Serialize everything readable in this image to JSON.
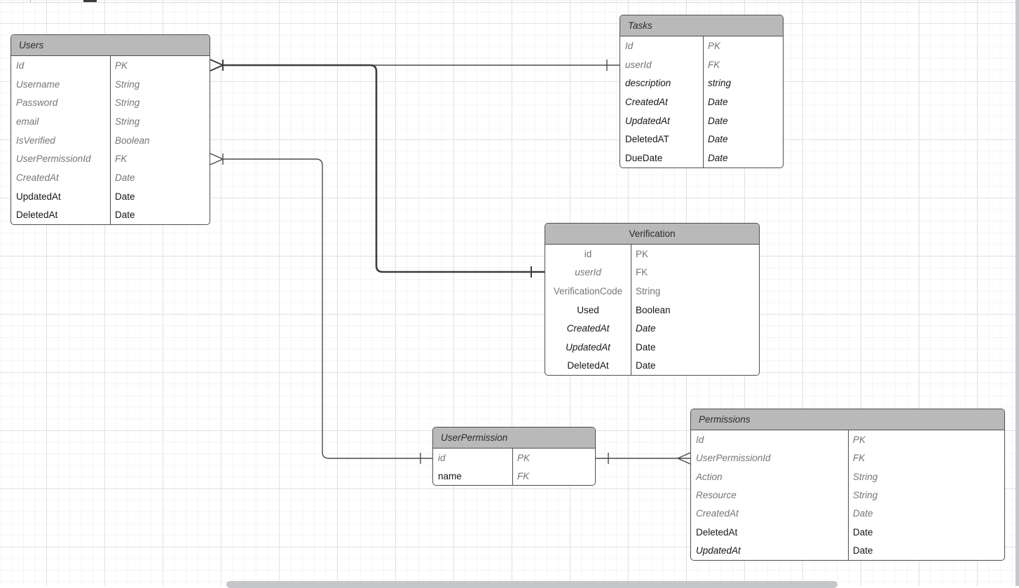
{
  "colors": {
    "entity_header_fill": "#b9b9b9",
    "entity_border": "#4e4e4e",
    "muted_text": "#757575",
    "text": "#161616",
    "edge": "#4a4a4a",
    "grid_minor": "#f4f4f4",
    "grid_major": "#e2e2e2",
    "scrollbar": "#c4c6ca"
  },
  "entities": [
    {
      "id": "users",
      "title": "Users",
      "title_style": "italic",
      "rows": [
        {
          "name": "Id",
          "type": "PK",
          "name_style": "muted italic",
          "type_style": "muted italic"
        },
        {
          "name": "Username",
          "type": "String",
          "name_style": "muted italic",
          "type_style": "muted italic"
        },
        {
          "name": "Password",
          "type": "String",
          "name_style": "muted italic",
          "type_style": "muted italic"
        },
        {
          "name": "email",
          "type": "String",
          "name_style": "muted italic",
          "type_style": "muted italic"
        },
        {
          "name": "IsVerified",
          "type": "Boolean",
          "name_style": "muted italic",
          "type_style": "muted italic"
        },
        {
          "name": "UserPermissionId",
          "type": "FK",
          "name_style": "muted italic",
          "type_style": "muted italic"
        },
        {
          "name": "CreatedAt",
          "type": "Date",
          "name_style": "muted italic",
          "type_style": "muted italic"
        },
        {
          "name": "UpdatedAt",
          "type": "Date",
          "name_style": "plain",
          "type_style": "plain"
        },
        {
          "name": "DeletedAt",
          "type": "Date",
          "name_style": "plain",
          "type_style": "plain"
        }
      ]
    },
    {
      "id": "tasks",
      "title": "Tasks",
      "title_style": "italic",
      "rows": [
        {
          "name": "Id",
          "type": "PK",
          "name_style": "muted italic",
          "type_style": "muted italic"
        },
        {
          "name": "userId",
          "type": "FK",
          "name_style": "muted italic",
          "type_style": "muted italic"
        },
        {
          "name": "description",
          "type": "string",
          "name_style": "italic",
          "type_style": "italic"
        },
        {
          "name": "CreatedAt",
          "type": "Date",
          "name_style": "italic",
          "type_style": "italic"
        },
        {
          "name": "UpdatedAt",
          "type": "Date",
          "name_style": "italic",
          "type_style": "italic"
        },
        {
          "name": "DeletedAT",
          "type": "Date",
          "name_style": "plain",
          "type_style": "italic"
        },
        {
          "name": "DueDate",
          "type": "Date",
          "name_style": "plain",
          "type_style": "italic"
        }
      ]
    },
    {
      "id": "verification",
      "title": "Verification",
      "title_style": "plain",
      "rows": [
        {
          "name": "id",
          "type": "PK",
          "name_style": "muted",
          "type_style": "muted"
        },
        {
          "name": "userId",
          "type": "FK",
          "name_style": "muted italic",
          "type_style": "muted"
        },
        {
          "name": "VerificationCode",
          "type": "String",
          "name_style": "muted",
          "type_style": "muted"
        },
        {
          "name": "Used",
          "type": "Boolean",
          "name_style": "plain",
          "type_style": "plain"
        },
        {
          "name": "CreatedAt",
          "type": "Date",
          "name_style": "italic",
          "type_style": "italic"
        },
        {
          "name": "UpdatedAt",
          "type": "Date",
          "name_style": "italic",
          "type_style": "plain"
        },
        {
          "name": "DeletedAt",
          "type": "Date",
          "name_style": "plain",
          "type_style": "plain"
        }
      ]
    },
    {
      "id": "userpermission",
      "title": "UserPermission",
      "title_style": "italic",
      "rows": [
        {
          "name": "id",
          "type": "PK",
          "name_style": "muted italic",
          "type_style": "muted italic"
        },
        {
          "name": "name",
          "type": "FK",
          "name_style": "plain",
          "type_style": "muted italic"
        }
      ]
    },
    {
      "id": "permissions",
      "title": "Permissions",
      "title_style": "italic",
      "rows": [
        {
          "name": "Id",
          "type": "PK",
          "name_style": "muted italic",
          "type_style": "muted italic"
        },
        {
          "name": "UserPermissionId",
          "type": "FK",
          "name_style": "muted italic",
          "type_style": "muted italic"
        },
        {
          "name": "Action",
          "type": "String",
          "name_style": "muted italic",
          "type_style": "muted italic"
        },
        {
          "name": "Resource",
          "type": "String",
          "name_style": "muted italic",
          "type_style": "muted italic"
        },
        {
          "name": "CreatedAt",
          "type": "Date",
          "name_style": "muted italic",
          "type_style": "muted italic"
        },
        {
          "name": "DeletedAt",
          "type": "Date",
          "name_style": "plain",
          "type_style": "plain"
        },
        {
          "name": "UpdatedAt",
          "type": "Date",
          "name_style": "italic",
          "type_style": "plain"
        }
      ]
    }
  ],
  "relationships": [
    {
      "from": "Users.Id",
      "to": "Tasks.userId",
      "from_cardinality": "many-one",
      "to_cardinality": "one",
      "weight": "normal"
    },
    {
      "from": "Users.Id",
      "to": "Verification.userId",
      "from_cardinality": "many-one",
      "to_cardinality": "one",
      "weight": "bold"
    },
    {
      "from": "Users.UserPermissionId",
      "to": "UserPermission.id",
      "from_cardinality": "many-one",
      "to_cardinality": "one",
      "weight": "normal"
    },
    {
      "from": "UserPermission.id",
      "to": "Permissions.UserPermissionId",
      "from_cardinality": "one",
      "to_cardinality": "many",
      "weight": "normal"
    }
  ]
}
